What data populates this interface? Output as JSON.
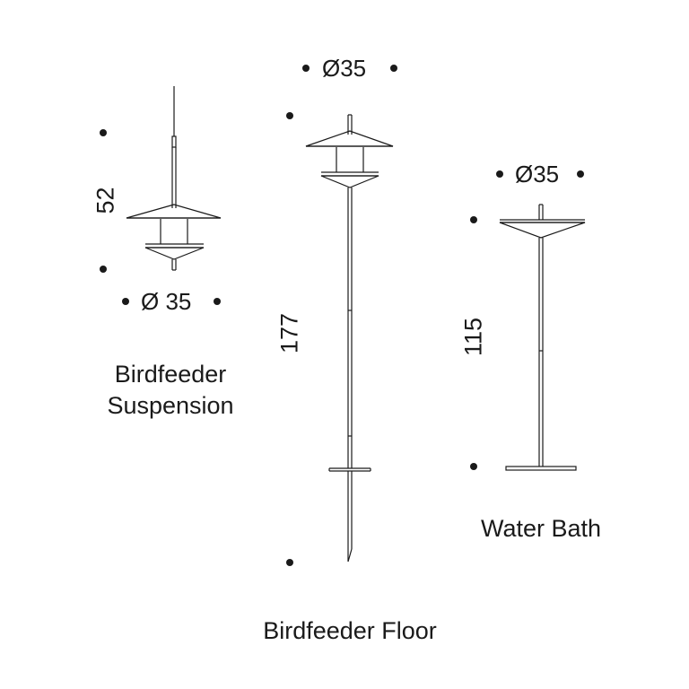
{
  "products": {
    "suspension": {
      "name_line1": "Birdfeeder",
      "name_line2": "Suspension",
      "height": "52",
      "diameter": "Ø 35"
    },
    "floor": {
      "name": "Birdfeeder Floor",
      "height": "177",
      "diameter": "Ø35"
    },
    "water_bath": {
      "name": "Water Bath",
      "height": "115",
      "diameter": "Ø35"
    }
  },
  "colors": {
    "line": "#1a1a1a",
    "background": "#ffffff"
  }
}
